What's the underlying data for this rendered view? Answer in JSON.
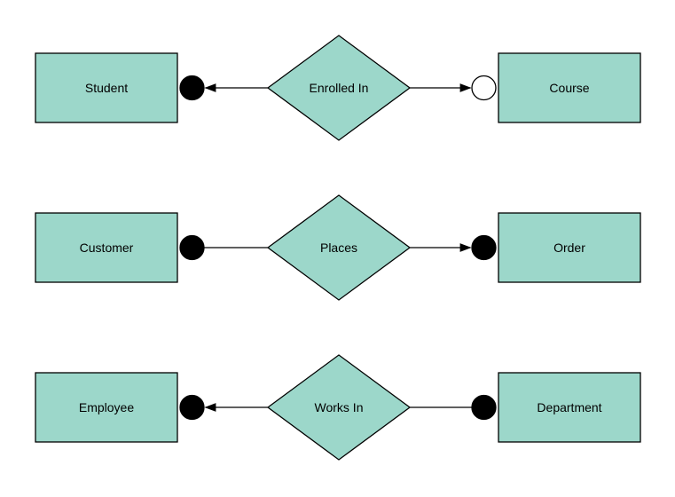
{
  "diagram": {
    "type": "entity-relationship",
    "rows": [
      {
        "left_entity": "Student",
        "relationship": "Enrolled In",
        "right_entity": "Course",
        "left_connector": {
          "terminal": "filled-circle",
          "arrowhead": true
        },
        "right_connector": {
          "terminal": "open-circle",
          "arrowhead": true
        }
      },
      {
        "left_entity": "Customer",
        "relationship": "Places",
        "right_entity": "Order",
        "left_connector": {
          "terminal": "filled-circle",
          "arrowhead": false
        },
        "right_connector": {
          "terminal": "filled-circle",
          "arrowhead": true
        }
      },
      {
        "left_entity": "Employee",
        "relationship": "Works In",
        "right_entity": "Department",
        "left_connector": {
          "terminal": "filled-circle",
          "arrowhead": true
        },
        "right_connector": {
          "terminal": "filled-circle",
          "arrowhead": false
        }
      }
    ]
  },
  "colors": {
    "background": "#ffffff",
    "shape_fill": "#9cd7ca",
    "shape_stroke": "#000000",
    "connector": "#000000",
    "filled_marker": "#000000",
    "open_marker_fill": "#ffffff",
    "text": "#000000"
  }
}
